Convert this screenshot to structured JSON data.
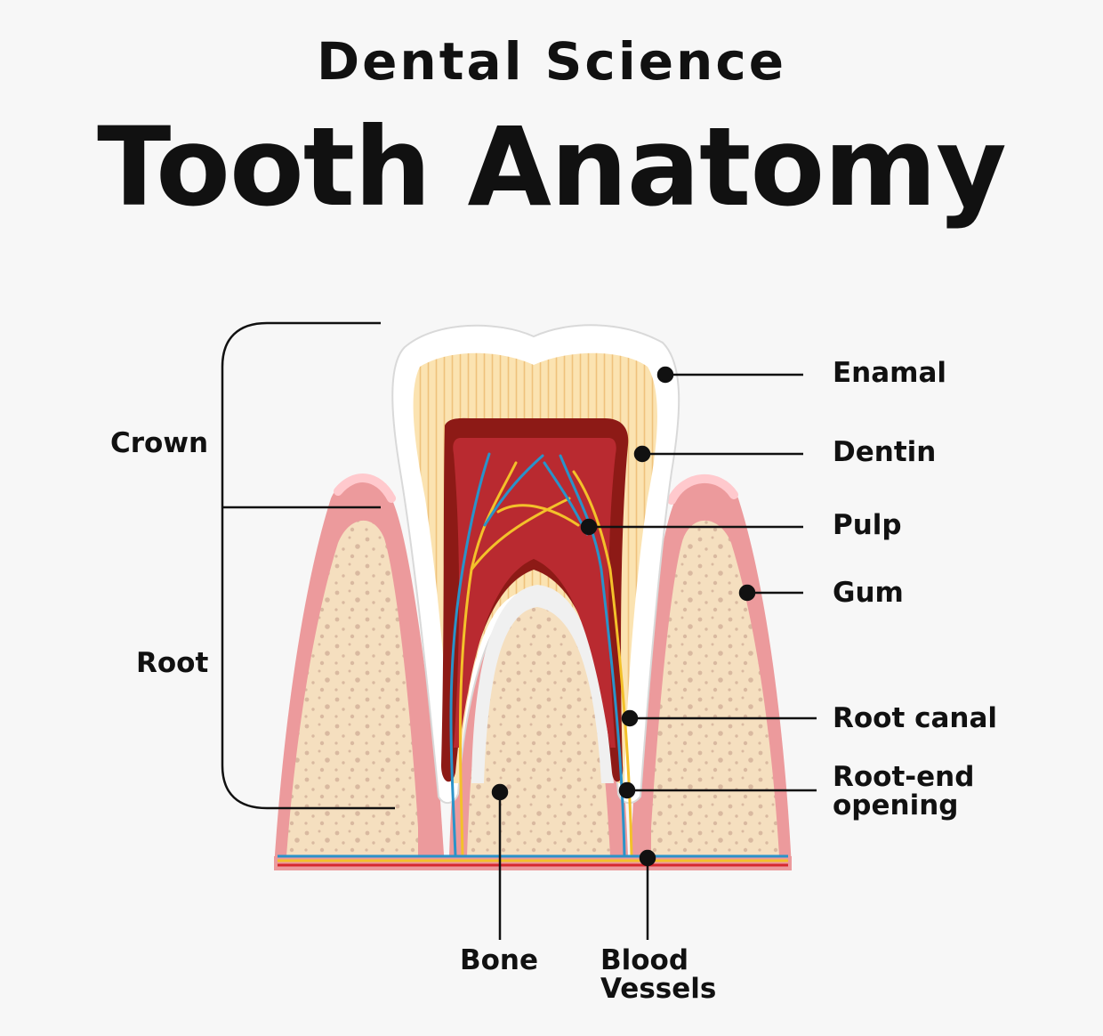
{
  "header": {
    "subtitle": "Dental Science",
    "title": "Tooth Anatomy"
  },
  "labels": {
    "crown": "Crown",
    "root": "Root",
    "enamel": "Enamal",
    "dentin": "Dentin",
    "pulp": "Pulp",
    "gum": "Gum",
    "root_canal": "Root canal",
    "root_end_line1": "Root-end",
    "root_end_line2": "opening",
    "bone": "Bone",
    "blood_line1": "Blood",
    "blood_line2": "Vessels"
  },
  "colors": {
    "enamel": "#ffffff",
    "dentin": "#f8d9a0",
    "pulp_outer": "#8d1a16",
    "pulp_inner": "#b92a30",
    "gum": "#ec9a9c",
    "gum_highlight": "#ffc9cd",
    "bone": "#f5dfbf",
    "bone_speckle": "#d9b9a0",
    "vessel_blue": "#2a93c9",
    "vessel_yellow": "#f3c12a",
    "vessel_red": "#d6282e",
    "leader": "#111111"
  }
}
